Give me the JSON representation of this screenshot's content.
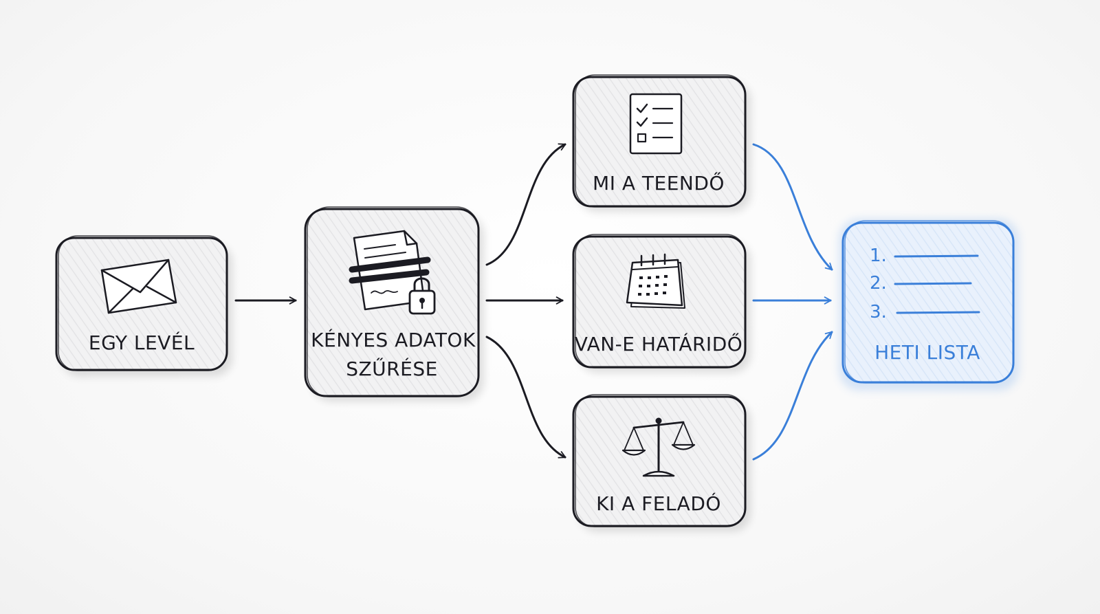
{
  "nodes": {
    "letter": {
      "label": "EGY LEVÉL",
      "icon": "envelope-icon"
    },
    "filter": {
      "label_line1": "KÉNYES ADATOK",
      "label_line2": "SZŰRÉSE",
      "icon": "redacted-document-lock-icon"
    },
    "todo": {
      "label": "MI A TEENDŐ",
      "icon": "checklist-icon"
    },
    "deadline": {
      "label": "VAN-E HATÁRIDŐ",
      "icon": "calendar-icon"
    },
    "sender": {
      "label": "KI A FELADÓ",
      "icon": "scales-icon"
    },
    "weekly": {
      "label": "HETI LISTA",
      "items": [
        "1.",
        "2.",
        "3."
      ]
    }
  },
  "colors": {
    "ink": "#1b1b22",
    "accent": "#3a7fd9",
    "box_fill": "#f2f2f3",
    "accent_fill": "#e6effb"
  }
}
